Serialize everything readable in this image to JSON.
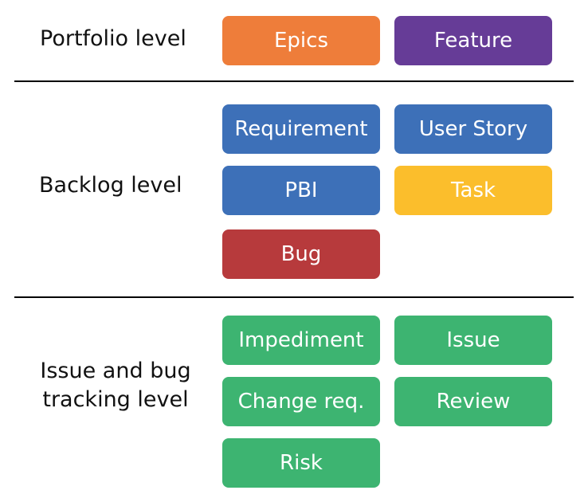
{
  "levels": {
    "portfolio": {
      "label": "Portfolio level",
      "items": [
        "Epics",
        "Feature"
      ]
    },
    "backlog": {
      "label": "Backlog level",
      "items": [
        "Requirement",
        "User Story",
        "PBI",
        "Task",
        "Bug"
      ]
    },
    "issue_tracking": {
      "label_line1": "Issue and bug",
      "label_line2": "tracking level",
      "items": [
        "Impediment",
        "Issue",
        "Change req.",
        "Review",
        "Risk"
      ]
    }
  },
  "colors": {
    "epics": "#ee7d3a",
    "feature": "#663c97",
    "backlog_blue": "#3d70b8",
    "task": "#fbbe2c",
    "bug": "#b73a3c",
    "issue_green": "#3db471"
  }
}
